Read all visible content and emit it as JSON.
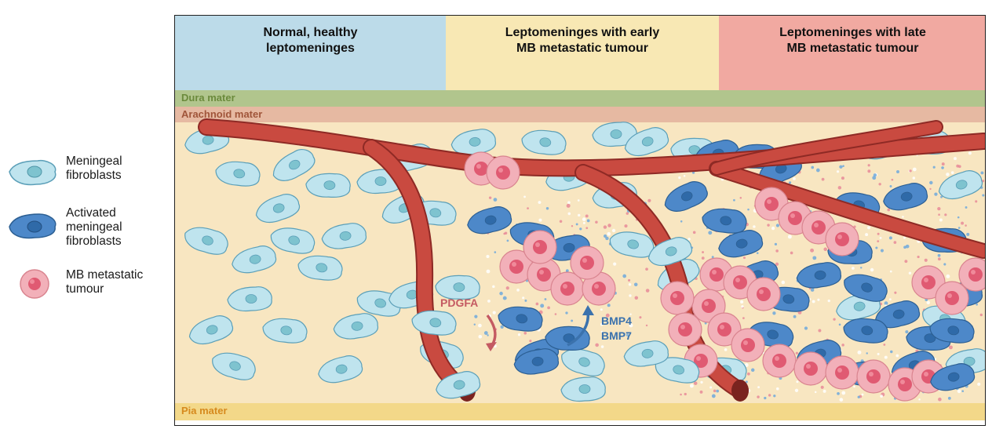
{
  "legend": {
    "items": [
      {
        "label": "Meningeal\nfibroblasts",
        "icon": "resting-fibroblast-icon"
      },
      {
        "label": "Activated\nmeningeal\nfibroblasts",
        "icon": "activated-fibroblast-icon"
      },
      {
        "label": "MB metastatic\ntumour",
        "icon": "tumour-cell-icon"
      }
    ]
  },
  "panel": {
    "headers": [
      "Normal, healthy\nleptomeninges",
      "Leptomeninges with early\nMB metastatic tumour",
      "Leptomeninges with late\nMB metastatic tumour"
    ],
    "layers": {
      "dura": "Dura mater",
      "arachnoid": "Arachnoid mater",
      "pia": "Pia mater"
    },
    "signals": {
      "pdgfa": "PDGFA",
      "bmp": "BMP4\nBMP7"
    }
  },
  "colors": {
    "normal_bg": "#bcdbe9",
    "early_bg": "#f8e8b4",
    "late_bg": "#f1a9a1",
    "dura": "#b1c58d",
    "arachnoid": "#e6b9a2",
    "pia": "#f3d889",
    "tissue": "#f8e6c1",
    "resting_cell": "#bfe4ee",
    "activated_cell": "#4d88c9",
    "tumour_cell": "#f2b0b9",
    "vessel": "#c94a40",
    "pdgfa_text": "#c45a62",
    "bmp_text": "#3b72ad"
  }
}
